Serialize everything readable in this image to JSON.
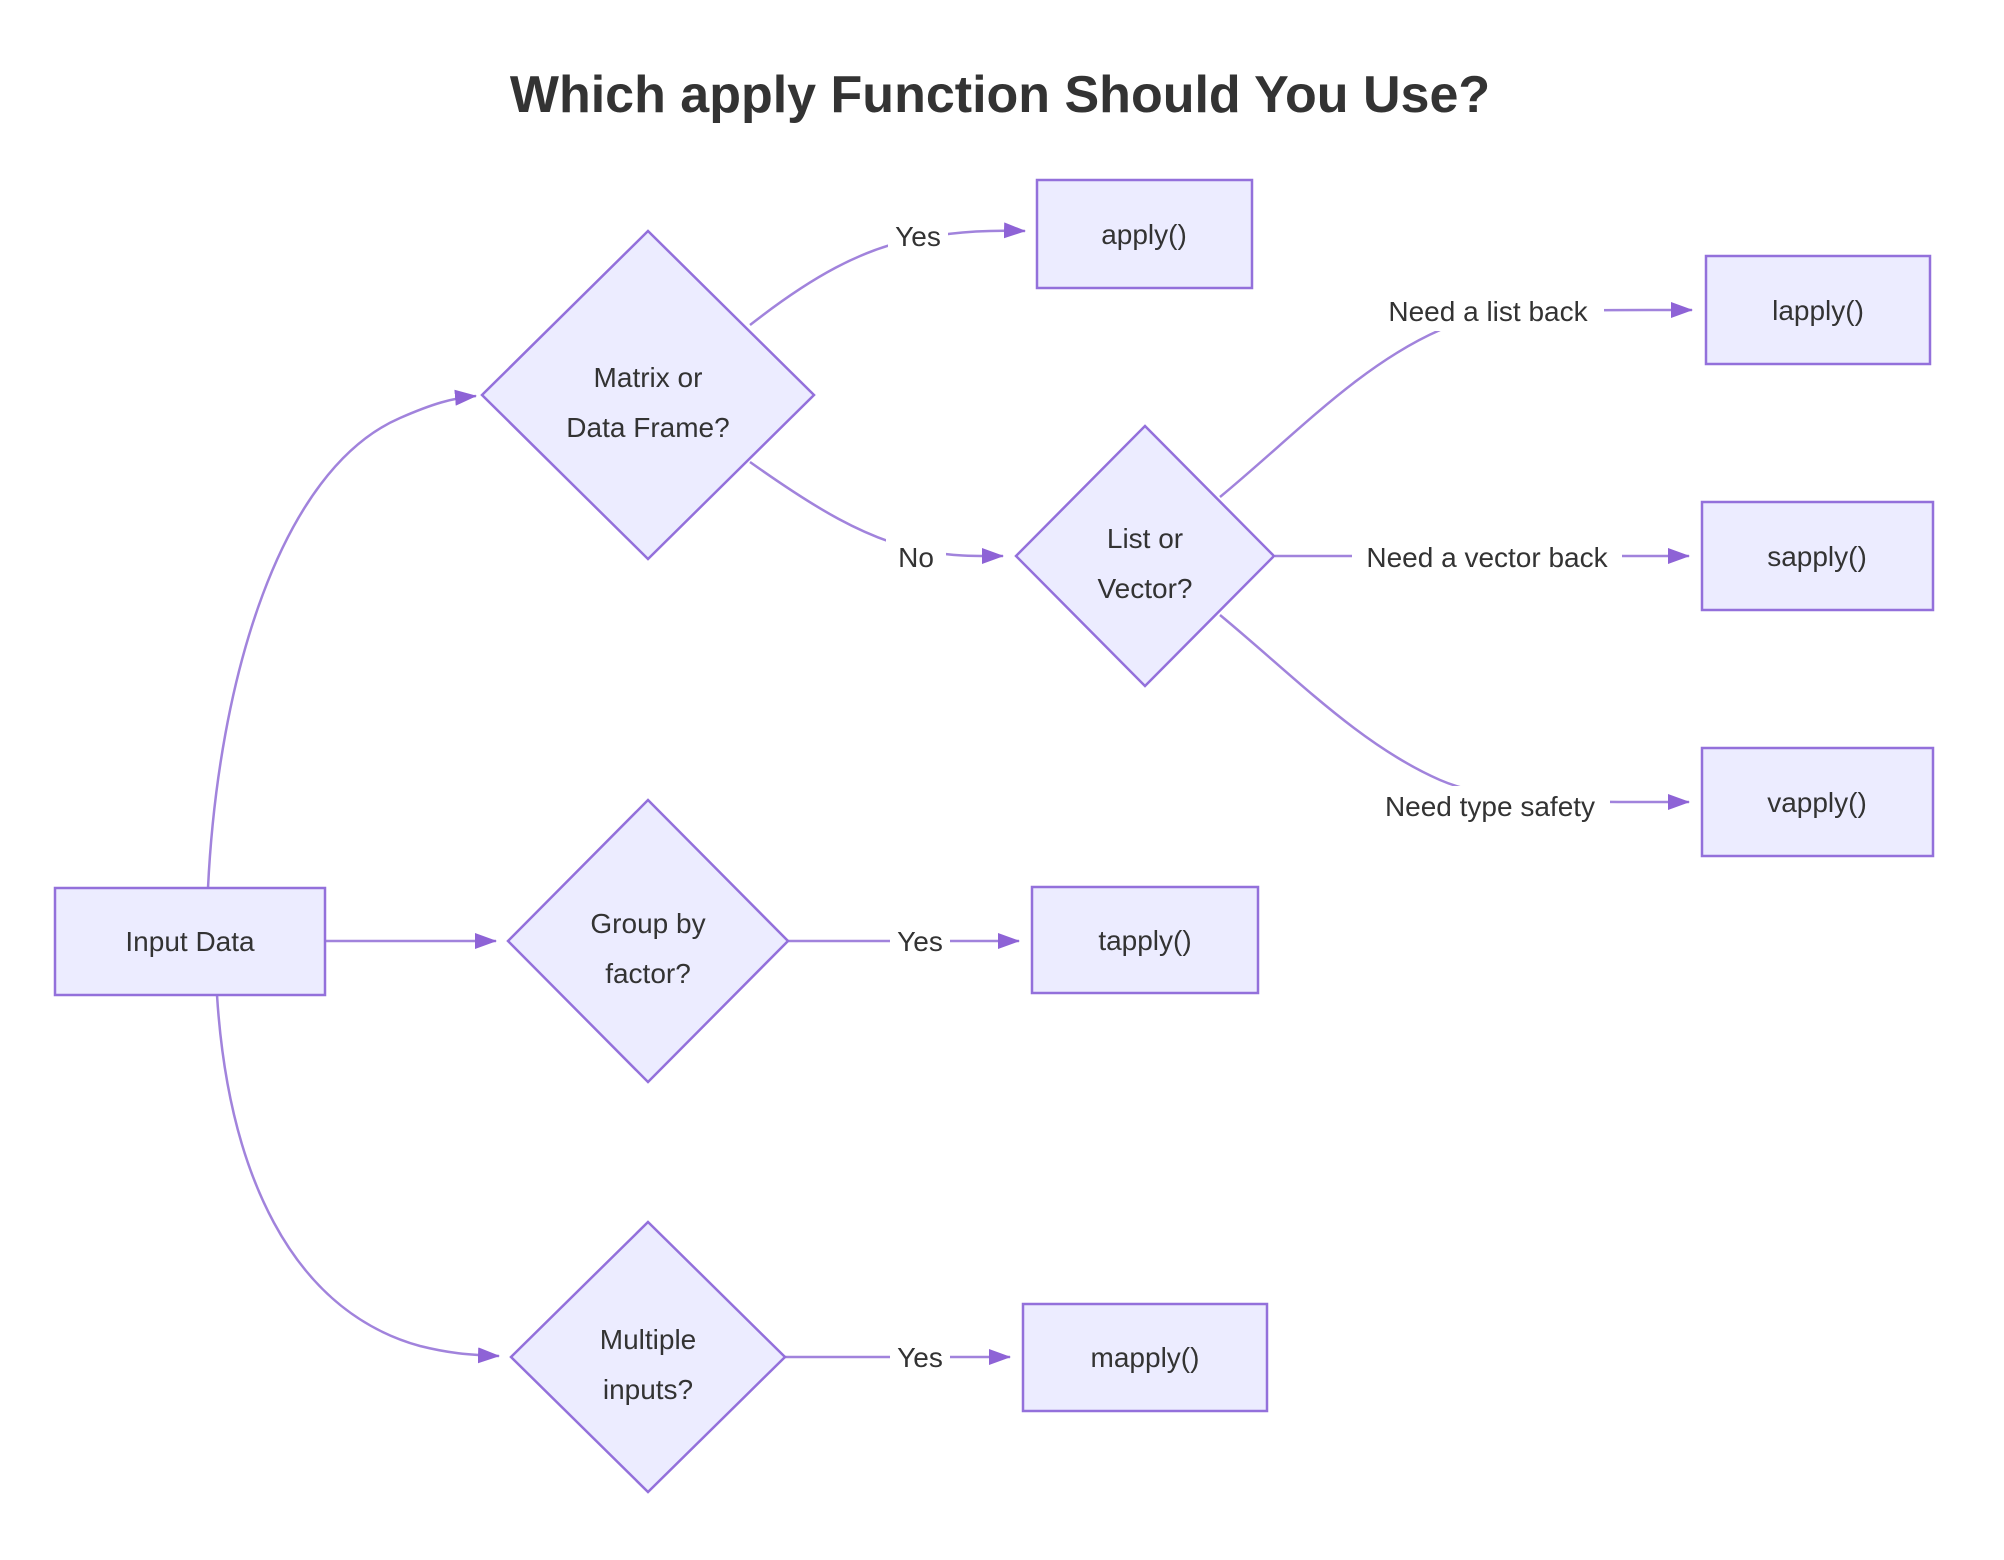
{
  "title": "Which apply Function Should You Use?",
  "colors": {
    "node_fill": "#ECECFF",
    "node_border": "#9370DB",
    "edge_line": "#a183dc",
    "arrow_head": "#8e63d6",
    "text": "#333333",
    "background": "#ffffff"
  },
  "nodes": {
    "input": {
      "label": "Input Data"
    },
    "matrix_df": {
      "line1": "Matrix or",
      "line2": "Data Frame?"
    },
    "list_vector": {
      "line1": "List or",
      "line2": "Vector?"
    },
    "group_by": {
      "line1": "Group by",
      "line2": "factor?"
    },
    "multiple_inputs": {
      "line1": "Multiple",
      "line2": "inputs?"
    },
    "apply": {
      "label": "apply()"
    },
    "lapply": {
      "label": "lapply()"
    },
    "sapply": {
      "label": "sapply()"
    },
    "vapply": {
      "label": "vapply()"
    },
    "tapply": {
      "label": "tapply()"
    },
    "mapply": {
      "label": "mapply()"
    }
  },
  "edge_labels": {
    "matrix_yes": "Yes",
    "matrix_no": "No",
    "need_list": "Need a list back",
    "need_vector": "Need a vector back",
    "need_type_safety": "Need type safety",
    "group_yes": "Yes",
    "multiple_yes": "Yes"
  }
}
